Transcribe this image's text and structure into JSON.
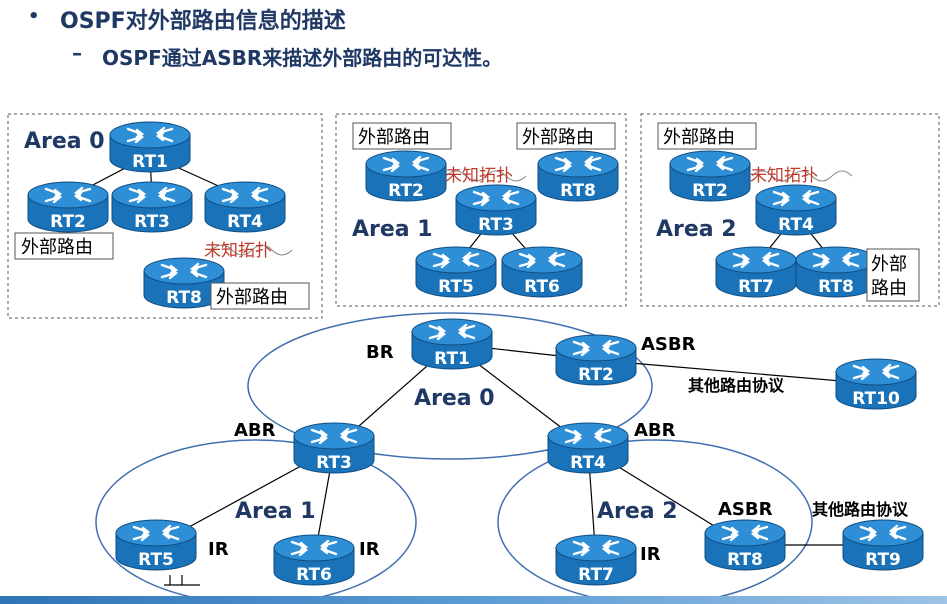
{
  "bullets": {
    "dot": "•",
    "line1": "OSPF对外部路由信息的描述",
    "dash": "–",
    "line2": "OSPF通过ASBR来描述外部路由的可达性。"
  },
  "panels": {
    "area0": {
      "area": "Area 0",
      "routers": [
        "RT1",
        "RT2",
        "RT3",
        "RT4",
        "RT8"
      ],
      "ext_rt2": "外部路由",
      "unknown": "未知拓扑",
      "ext_rt8": "外部路由"
    },
    "area1": {
      "area": "Area 1",
      "routers": [
        "RT2",
        "RT8",
        "RT3",
        "RT5",
        "RT6"
      ],
      "ext_left": "外部路由",
      "ext_right": "外部路由",
      "unknown": "未知拓扑"
    },
    "area2": {
      "area": "Area 2",
      "routers": [
        "RT2",
        "RT4",
        "RT7",
        "RT8"
      ],
      "ext_left": "外部路由",
      "unknown": "未知拓扑",
      "ext_right_1": "外部",
      "ext_right_2": "路由"
    }
  },
  "bottom": {
    "routers": [
      "RT1",
      "RT2",
      "RT3",
      "RT4",
      "RT5",
      "RT6",
      "RT7",
      "RT8",
      "RT9",
      "RT10"
    ],
    "areas": [
      "Area 0",
      "Area 1",
      "Area 2"
    ],
    "roles": {
      "br": "BR",
      "asbr1": "ASBR",
      "abr1": "ABR",
      "abr2": "ABR",
      "ir1": "IR",
      "ir2": "IR",
      "ir3": "IR",
      "asbr2": "ASBR"
    },
    "other_protocol": "其他路由协议"
  },
  "colors": {
    "router_body": "#1a73b8",
    "router_top": "#2e8fd6",
    "title": "#1f3864",
    "unknown_text": "#c0392b",
    "area_outline": "#3f6fb0"
  }
}
